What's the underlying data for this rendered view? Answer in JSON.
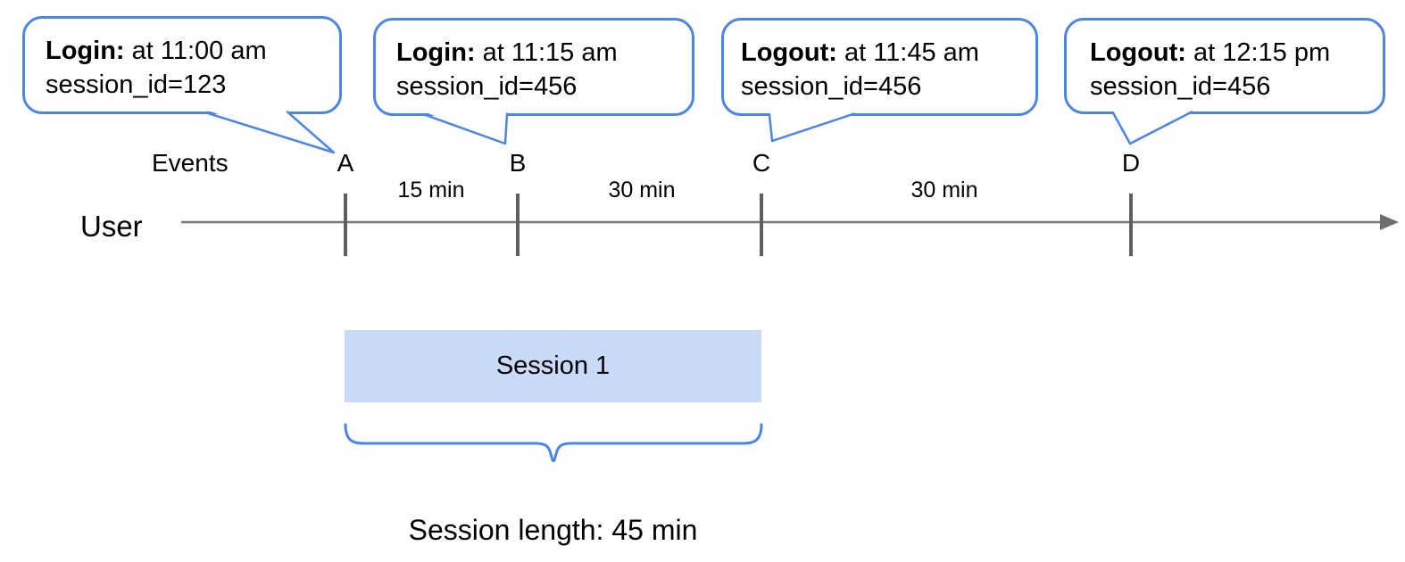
{
  "bubbles": [
    {
      "bold": "Login:",
      "text": " at 11:00 am",
      "line2": "session_id=123"
    },
    {
      "bold": "Login:",
      "text": " at 11:15 am",
      "line2": "session_id=456"
    },
    {
      "bold": "Logout:",
      "text": " at 11:45 am",
      "line2": "session_id=456"
    },
    {
      "bold": "Logout:",
      "text": " at 12:15 pm",
      "line2": "session_id=456"
    }
  ],
  "timeline": {
    "events_label": "Events",
    "user_label": "User",
    "marks": [
      "A",
      "B",
      "C",
      "D"
    ],
    "intervals": [
      "15 min",
      "30 min",
      "30 min"
    ]
  },
  "session": {
    "label": "Session 1",
    "caption": "Session length: 45 min"
  },
  "colors": {
    "accent_blue": "#4a86e8",
    "session_fill": "#c9daf8",
    "axis_gray": "#777777",
    "tick_gray": "#5f5f5f"
  }
}
